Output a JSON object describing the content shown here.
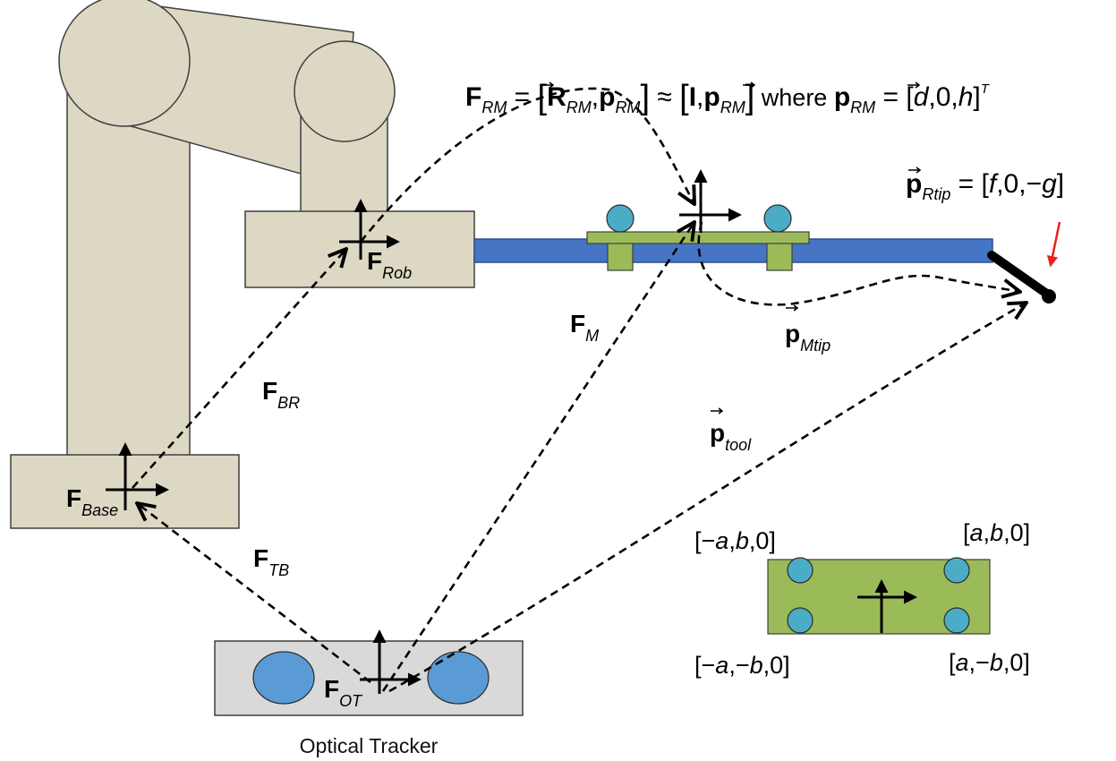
{
  "colors": {
    "robot_body": "#ddd8c4",
    "robot_outline": "#3f3f3f",
    "rod_blue": "#4575c4",
    "rod_blue_outline": "#2f4f8a",
    "marker_green": "#9bbb59",
    "sphere_cyan": "#4bacc6",
    "tracker_gray": "#d9d9d9",
    "tracker_sphere": "#5b9bd5",
    "tool_tip": "#000000",
    "tip_arrow": "#e8221b"
  },
  "equations": {
    "f_rm": {
      "F": "F",
      "sub_rm": "RM",
      "eq": " = ",
      "open": "[",
      "R": "R",
      "comma": ",",
      "p": "p",
      "close": "]",
      "approx": " ≈ ",
      "I": "I",
      "where": "  where ",
      "eq2": " = [",
      "d": "d",
      "zero": ",0,",
      "h": "h",
      "end": "]",
      "T": "T"
    },
    "p_rtip": {
      "p": "p",
      "sub": "Rtip",
      "eq": " = [",
      "f": "f",
      "mid": ",0,−",
      "g": "g",
      "end": "]"
    }
  },
  "frame_labels": {
    "rob": {
      "main": "F",
      "sub": "Rob"
    },
    "base": {
      "main": "F",
      "sub": "Base"
    },
    "ot": {
      "main": "F",
      "sub": "OT"
    },
    "br": {
      "main": "F",
      "sub": "BR"
    },
    "tb": {
      "main": "F",
      "sub": "TB"
    },
    "m": {
      "main": "F",
      "sub": "M"
    },
    "p_mtip": {
      "main": "p",
      "sub": "Mtip"
    },
    "p_tool": {
      "main": "p",
      "sub": "tool"
    }
  },
  "marker_coords": {
    "top_left": {
      "open": "[−",
      "a": "a",
      "comma": ",",
      "b": "b",
      "end": ",0]"
    },
    "top_right": {
      "open": "[",
      "a": "a",
      "comma": ",",
      "b": "b",
      "end": ",0]"
    },
    "bottom_left": {
      "open": "[−",
      "a": "a",
      "comma": ",−",
      "b": "b",
      "end": ",0]"
    },
    "bottom_right": {
      "open": "[",
      "a": "a",
      "comma": ",−",
      "b": "b",
      "end": ",0]"
    }
  },
  "caption": "Optical Tracker"
}
